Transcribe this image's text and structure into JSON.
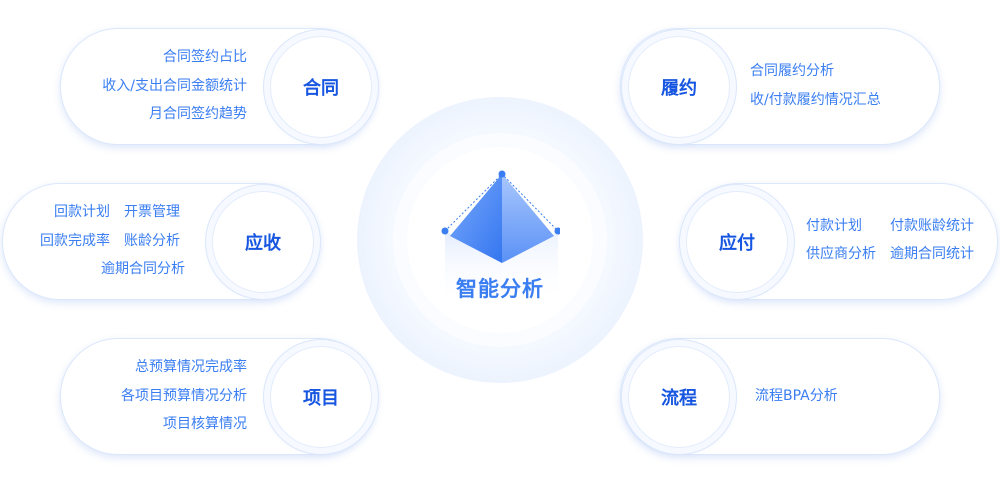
{
  "center": {
    "label": "智能分析",
    "icon": "pyramid-cube-icon"
  },
  "modules": {
    "contract": {
      "title": "合同",
      "items": [
        "合同签约占比",
        "收入/支出合同金额统计",
        "月合同签约趋势"
      ]
    },
    "receivable": {
      "title": "应收",
      "items": [
        "回款计划",
        "开票管理",
        "回款完成率",
        "账龄分析",
        "逾期合同分析"
      ]
    },
    "project": {
      "title": "项目",
      "items": [
        "总预算情况完成率",
        "各项目预算情况分析",
        "项目核算情况"
      ]
    },
    "performance": {
      "title": "履约",
      "items": [
        "合同履约分析",
        "收/付款履约情况汇总"
      ]
    },
    "payable": {
      "title": "应付",
      "items": [
        "付款计划",
        "付款账龄统计",
        "供应商分析",
        "逾期合同统计"
      ]
    },
    "process": {
      "title": "流程",
      "items": [
        "流程BPA分析"
      ]
    }
  },
  "colors": {
    "accent": "#3a7ef2",
    "title": "#1656e0"
  }
}
